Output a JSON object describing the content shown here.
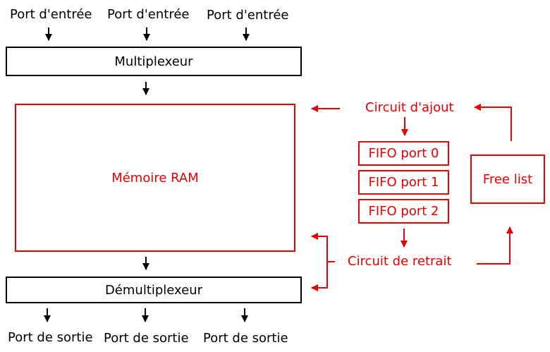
{
  "inputs": [
    "Port d'entrée",
    "Port d'entrée",
    "Port d'entrée"
  ],
  "outputs": [
    "Port de sortie",
    "Port de sortie",
    "Port de sortie"
  ],
  "multiplexer": "Multiplexeur",
  "demultiplexer": "Démultiplexeur",
  "ram": "Mémoire RAM",
  "add_circuit": "Circuit d'ajout",
  "remove_circuit": "Circuit de retrait",
  "fifos": [
    "FIFO port 0",
    "FIFO port 1",
    "FIFO port 2"
  ],
  "free_list": "Free list",
  "colors": {
    "black": "#000000",
    "red": "#e60000"
  }
}
